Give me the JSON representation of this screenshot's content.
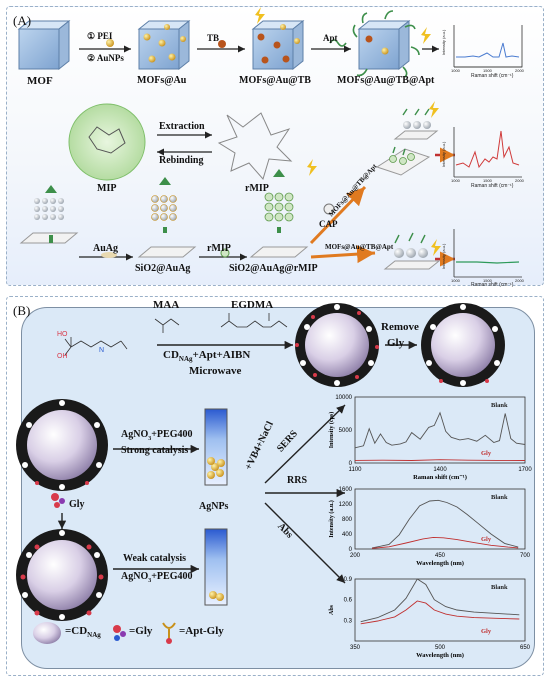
{
  "panel_a": {
    "label": "(A)",
    "mof": "MOF",
    "step1": "① PEI",
    "step2": "② AuNPs",
    "mofs_au": "MOFs@Au",
    "tb": "TB",
    "mofs_au_tb": "MOFs@Au@TB",
    "apt": "Apt",
    "mofs_au_tb_apt": "MOFs@Au@TB@Apt",
    "extraction": "Extraction",
    "rebinding": "Rebinding",
    "mip": "MIP",
    "rmip": "rMIP",
    "auag": "AuAg",
    "sio2_auag": "SiO2@AuAg",
    "rmip_reagent": "rMIP",
    "sio2_auag_rmip": "SiO2@AuAg@rMIP",
    "cap": "CAP",
    "probe_upper": "MOFs@Au@TB@Apt",
    "probe_lower": "MOFs@Au@TB@Apt",
    "spectra": [
      {
        "ylabel": "Intensity (a.u.)",
        "xlabel": "Raman shift (cm⁻¹)",
        "ticks": [
          "1000",
          "1500",
          "2000"
        ],
        "color": "#4a7bd0"
      },
      {
        "ylabel": "Intensity (a.u.)",
        "xlabel": "Raman shift (cm⁻¹)",
        "ticks": [
          "1000",
          "1500",
          "2000"
        ],
        "color": "#d03a3a"
      },
      {
        "ylabel": "Intensity (a.u.)",
        "xlabel": "Raman shift (cm⁻¹)",
        "ticks": [
          "1000",
          "1500",
          "2000"
        ],
        "color": "#2e9a5a"
      }
    ]
  },
  "panel_b": {
    "label": "(B)",
    "maa": "MAA",
    "egdma": "EGDMA",
    "reagents": "CD",
    "reagents_sub": "NAg",
    "reagents_tail": "+Apt+AIBN",
    "microwave": "Microwave",
    "remove": "Remove",
    "gly": "Gly",
    "agno3_top": "AgNO",
    "agno3_top_tail": "+PEG400",
    "strong": "Strong catalysis",
    "gly_arrow": "Gly",
    "weak": "Weak catalysis",
    "agno3_bottom": "AgNO",
    "agno3_bottom_tail": "+PEG400",
    "agnps": "AgNPs",
    "vb4": "+VB4+NaCl",
    "sers": "SERS",
    "rrs": "RRS",
    "abs": "Abs",
    "legend_cd": "=CD",
    "legend_cd_sub": "NAg",
    "legend_gly": "=Gly",
    "legend_aptgly": "=Apt-Gly",
    "three": "3",
    "ho_label": "HO",
    "oh_label": "OH",
    "nh_label": "N"
  },
  "chart_data": [
    {
      "type": "line",
      "title": "",
      "xlabel": "Raman shift (cm⁻¹)",
      "ylabel": "Intensity (cps)",
      "xlim": [
        1100,
        1700
      ],
      "ylim": [
        0,
        10000
      ],
      "yticks": [
        "0",
        "5000",
        "10000"
      ],
      "xticks": [
        "1100",
        "1400",
        "1700"
      ],
      "series": [
        {
          "name": "Blank",
          "color": "#555555",
          "x": [
            1100,
            1130,
            1150,
            1170,
            1190,
            1210,
            1230,
            1260,
            1280,
            1300,
            1330,
            1360,
            1380,
            1400,
            1420,
            1440,
            1470,
            1500,
            1530,
            1560,
            1590,
            1610,
            1630,
            1650,
            1670,
            1700
          ],
          "y": [
            2300,
            2600,
            5200,
            3000,
            4400,
            3100,
            2700,
            2900,
            3200,
            4600,
            3600,
            5400,
            5700,
            7600,
            4800,
            3900,
            3500,
            3700,
            3300,
            4200,
            3100,
            3400,
            7500,
            3700,
            3000,
            2800
          ]
        },
        {
          "name": "Gly",
          "color": "#c03030",
          "x": [
            1100,
            1200,
            1300,
            1400,
            1500,
            1600,
            1700
          ],
          "y": [
            400,
            420,
            380,
            500,
            420,
            400,
            380
          ]
        }
      ]
    },
    {
      "type": "line",
      "title": "",
      "xlabel": "Wavelength (nm)",
      "ylabel": "Intensity (a.u.)",
      "xlim": [
        200,
        700
      ],
      "ylim": [
        0,
        1600
      ],
      "yticks": [
        "0",
        "400",
        "800",
        "1200",
        "1600"
      ],
      "xticks": [
        "200",
        "450",
        "700"
      ],
      "series": [
        {
          "name": "Blank",
          "color": "#555555",
          "x": [
            250,
            300,
            330,
            360,
            390,
            420,
            445,
            470,
            500,
            530,
            560,
            600,
            640,
            680
          ],
          "y": [
            30,
            120,
            380,
            800,
            1150,
            1280,
            1300,
            1240,
            1120,
            920,
            700,
            400,
            150,
            50
          ]
        },
        {
          "name": "Gly",
          "color": "#c03030",
          "x": [
            250,
            300,
            350,
            400,
            430,
            460,
            500,
            550,
            600,
            650,
            680
          ],
          "y": [
            20,
            60,
            160,
            270,
            310,
            300,
            250,
            170,
            100,
            50,
            30
          ]
        }
      ]
    },
    {
      "type": "line",
      "title": "",
      "xlabel": "Wavelength (nm)",
      "ylabel": "Abs",
      "xlim": [
        350,
        650
      ],
      "ylim": [
        0.0,
        0.9
      ],
      "yticks": [
        "0.3",
        "0.6",
        "0.9"
      ],
      "xticks": [
        "350",
        "500",
        "650"
      ],
      "series": [
        {
          "name": "Blank",
          "color": "#555555",
          "x": [
            360,
            390,
            420,
            440,
            460,
            475,
            490,
            510,
            530,
            560,
            600,
            640
          ],
          "y": [
            0.28,
            0.34,
            0.45,
            0.62,
            0.9,
            0.82,
            0.6,
            0.5,
            0.45,
            0.42,
            0.4,
            0.38
          ]
        },
        {
          "name": "Gly",
          "color": "#c03030",
          "x": [
            360,
            390,
            420,
            440,
            460,
            475,
            490,
            510,
            530,
            560,
            600,
            640
          ],
          "y": [
            0.25,
            0.29,
            0.35,
            0.45,
            0.58,
            0.55,
            0.45,
            0.39,
            0.36,
            0.34,
            0.33,
            0.32
          ]
        }
      ]
    }
  ]
}
